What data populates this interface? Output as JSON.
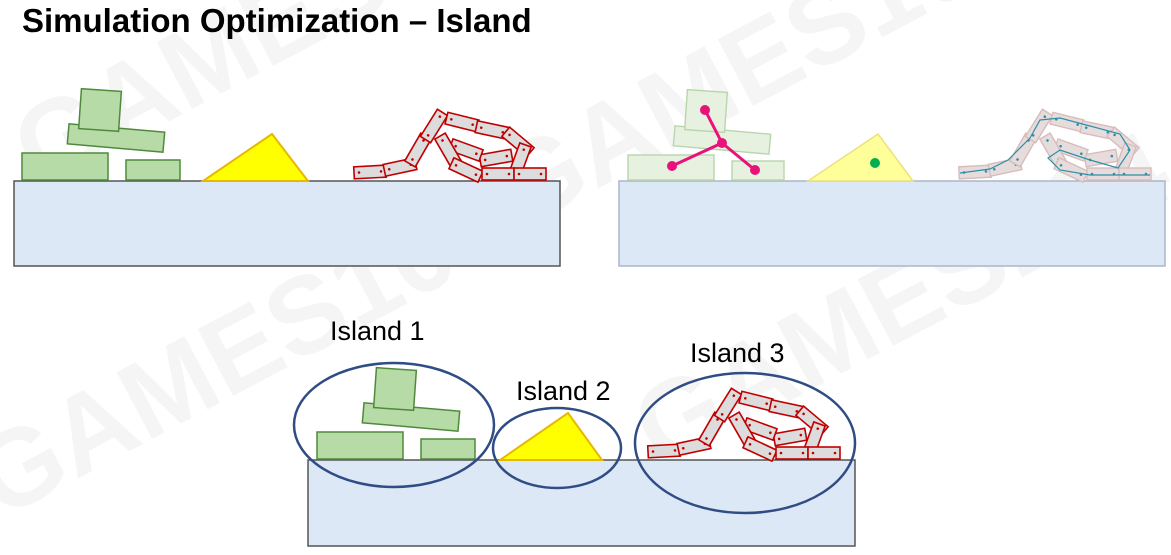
{
  "title": "Simulation Optimization – Island",
  "islands": [
    {
      "label": "Island 1"
    },
    {
      "label": "Island 2"
    },
    {
      "label": "Island 3"
    }
  ],
  "watermark": {
    "text": "GAMES104"
  },
  "colors": {
    "ground_fill": "#dce8f5",
    "ground_stroke": "#555555",
    "box_fill": "#b7dba6",
    "box_stroke": "#4f8a3c",
    "triangle_fill": "#ffff00",
    "triangle_stroke": "#e6b800",
    "chain_fill": "#dcdcdc",
    "chain_stroke": "#c00000",
    "constraint_pink": "#e8127a",
    "island_outline": "#2f4c85",
    "center_green": "#00b050"
  }
}
